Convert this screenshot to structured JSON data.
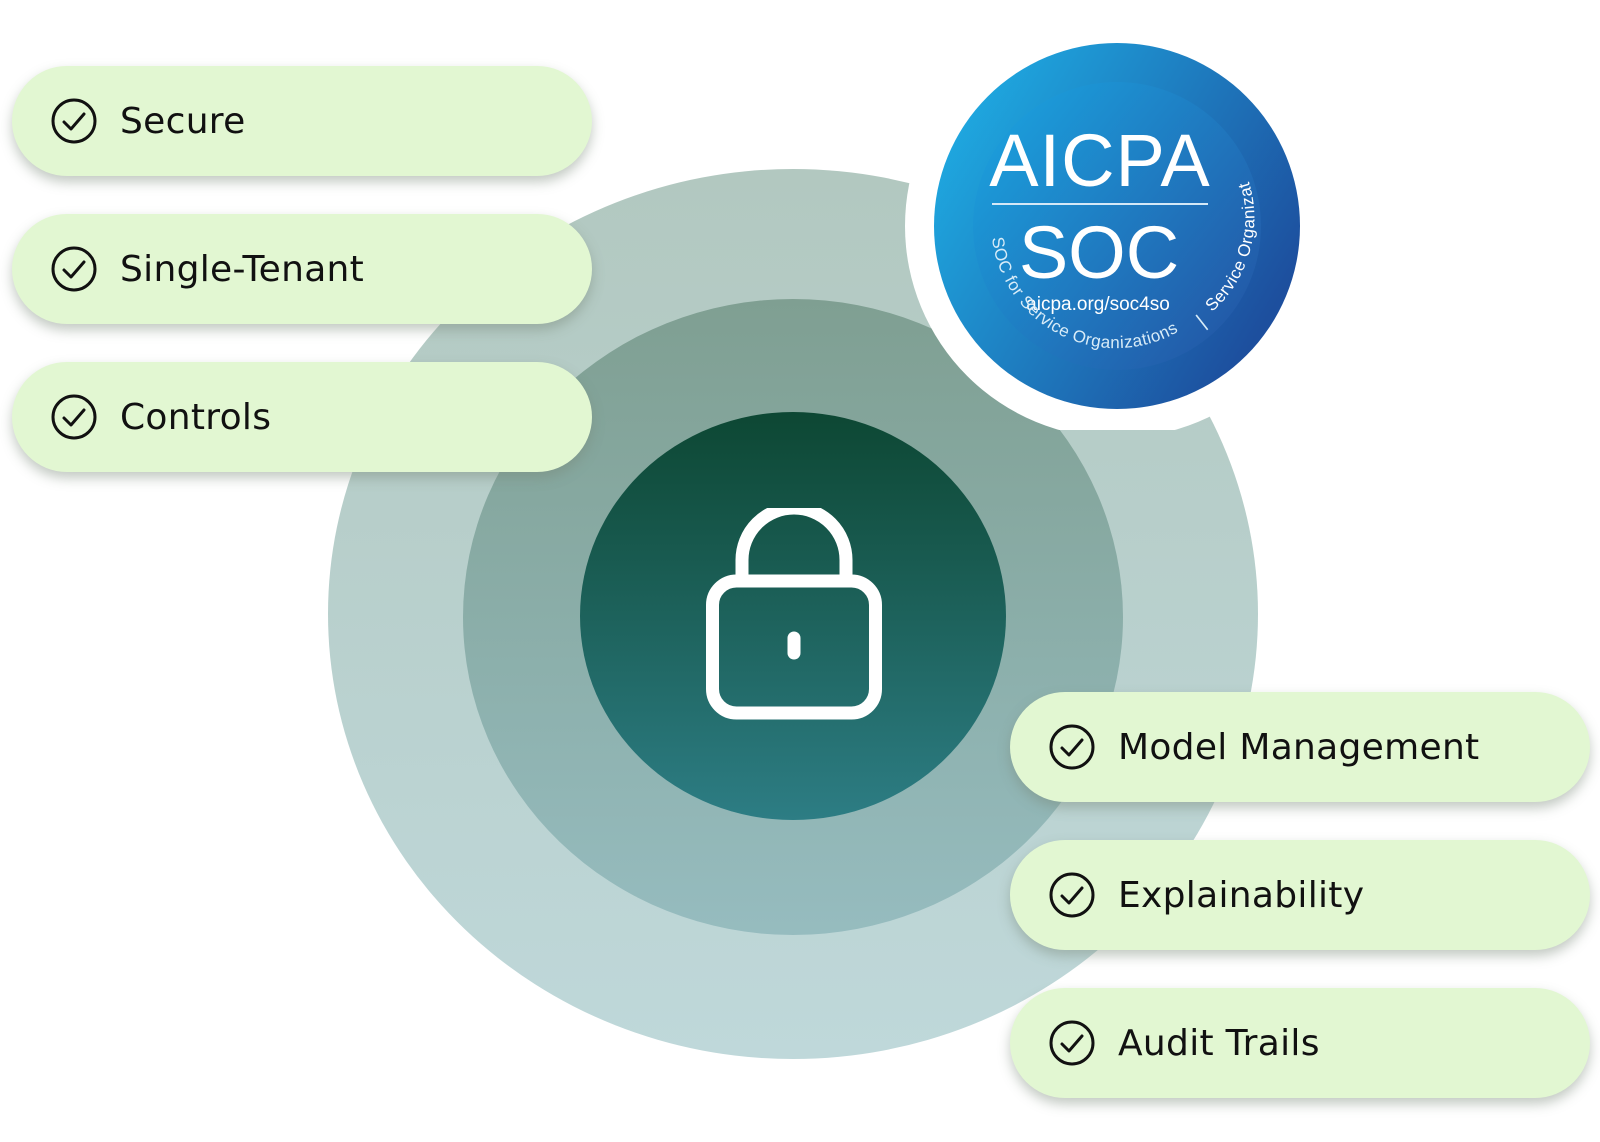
{
  "badge": {
    "title": "AICPA",
    "subtitle": "SOC",
    "url": "aicpa.org/soc4so",
    "ring_text_left": "SOC for Service Organizations",
    "ring_separator": "|",
    "ring_text_right": "Service Organizations",
    "colors": {
      "outer_light": "#1fb6ea",
      "outer_dark": "#1d4f9e",
      "inner_light": "#1aa7e2",
      "inner_dark": "#2357a6"
    }
  },
  "center": {
    "icon": "lock-icon"
  },
  "features_left": [
    {
      "label": "Secure",
      "icon": "check-circle-icon"
    },
    {
      "label": "Single-Tenant",
      "icon": "check-circle-icon"
    },
    {
      "label": "Controls",
      "icon": "check-circle-icon"
    }
  ],
  "features_right": [
    {
      "label": "Model Management",
      "icon": "check-circle-icon"
    },
    {
      "label": "Explainability",
      "icon": "check-circle-icon"
    },
    {
      "label": "Audit Trails",
      "icon": "check-circle-icon"
    }
  ],
  "colors": {
    "pill_background": "#e2f7d2",
    "ring_outer": "#b6ccc6",
    "ring_middle": "#8aaca4",
    "ring_inner_top": "#0d4733",
    "ring_inner_bottom": "#2d7d84"
  }
}
